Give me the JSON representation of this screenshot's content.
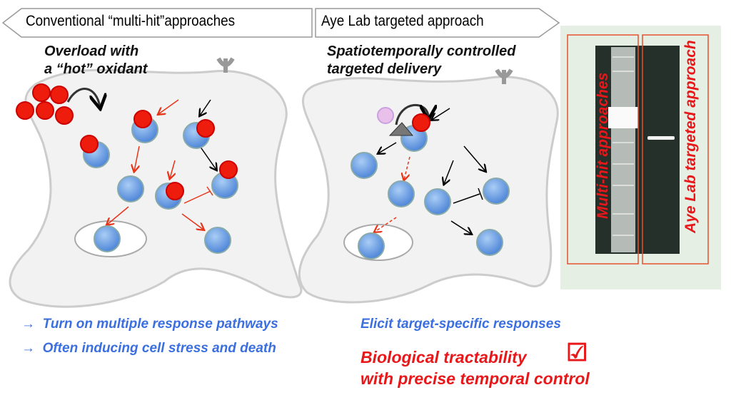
{
  "header": {
    "left_label": "Conventional “multi-hit”approaches",
    "right_label": "Aye Lab targeted approach"
  },
  "left_panel": {
    "caption_line1": "Overload with",
    "caption_line2": "a “hot” oxidant"
  },
  "right_panel": {
    "caption_line1": "Spatiotemporally controlled",
    "caption_line2": "targeted delivery"
  },
  "gel": {
    "left_lane_label": "Multi-hit approaches",
    "right_lane_label": "Aye Lab targeted approach"
  },
  "bottom": {
    "arrow": "→",
    "left_points": [
      "Turn on multiple response pathways",
      "Often inducing cell stress and death"
    ],
    "right_point": "Elicit target-specific responses",
    "highlight_line1": "Biological tractability",
    "highlight_line2": "with precise temporal control",
    "check": "☑"
  },
  "colors": {
    "blue_text": "#3b6fe0",
    "red": "#e8171a",
    "cell_fill": "#f2f2f2",
    "node_blue": "#6aa0e8"
  }
}
